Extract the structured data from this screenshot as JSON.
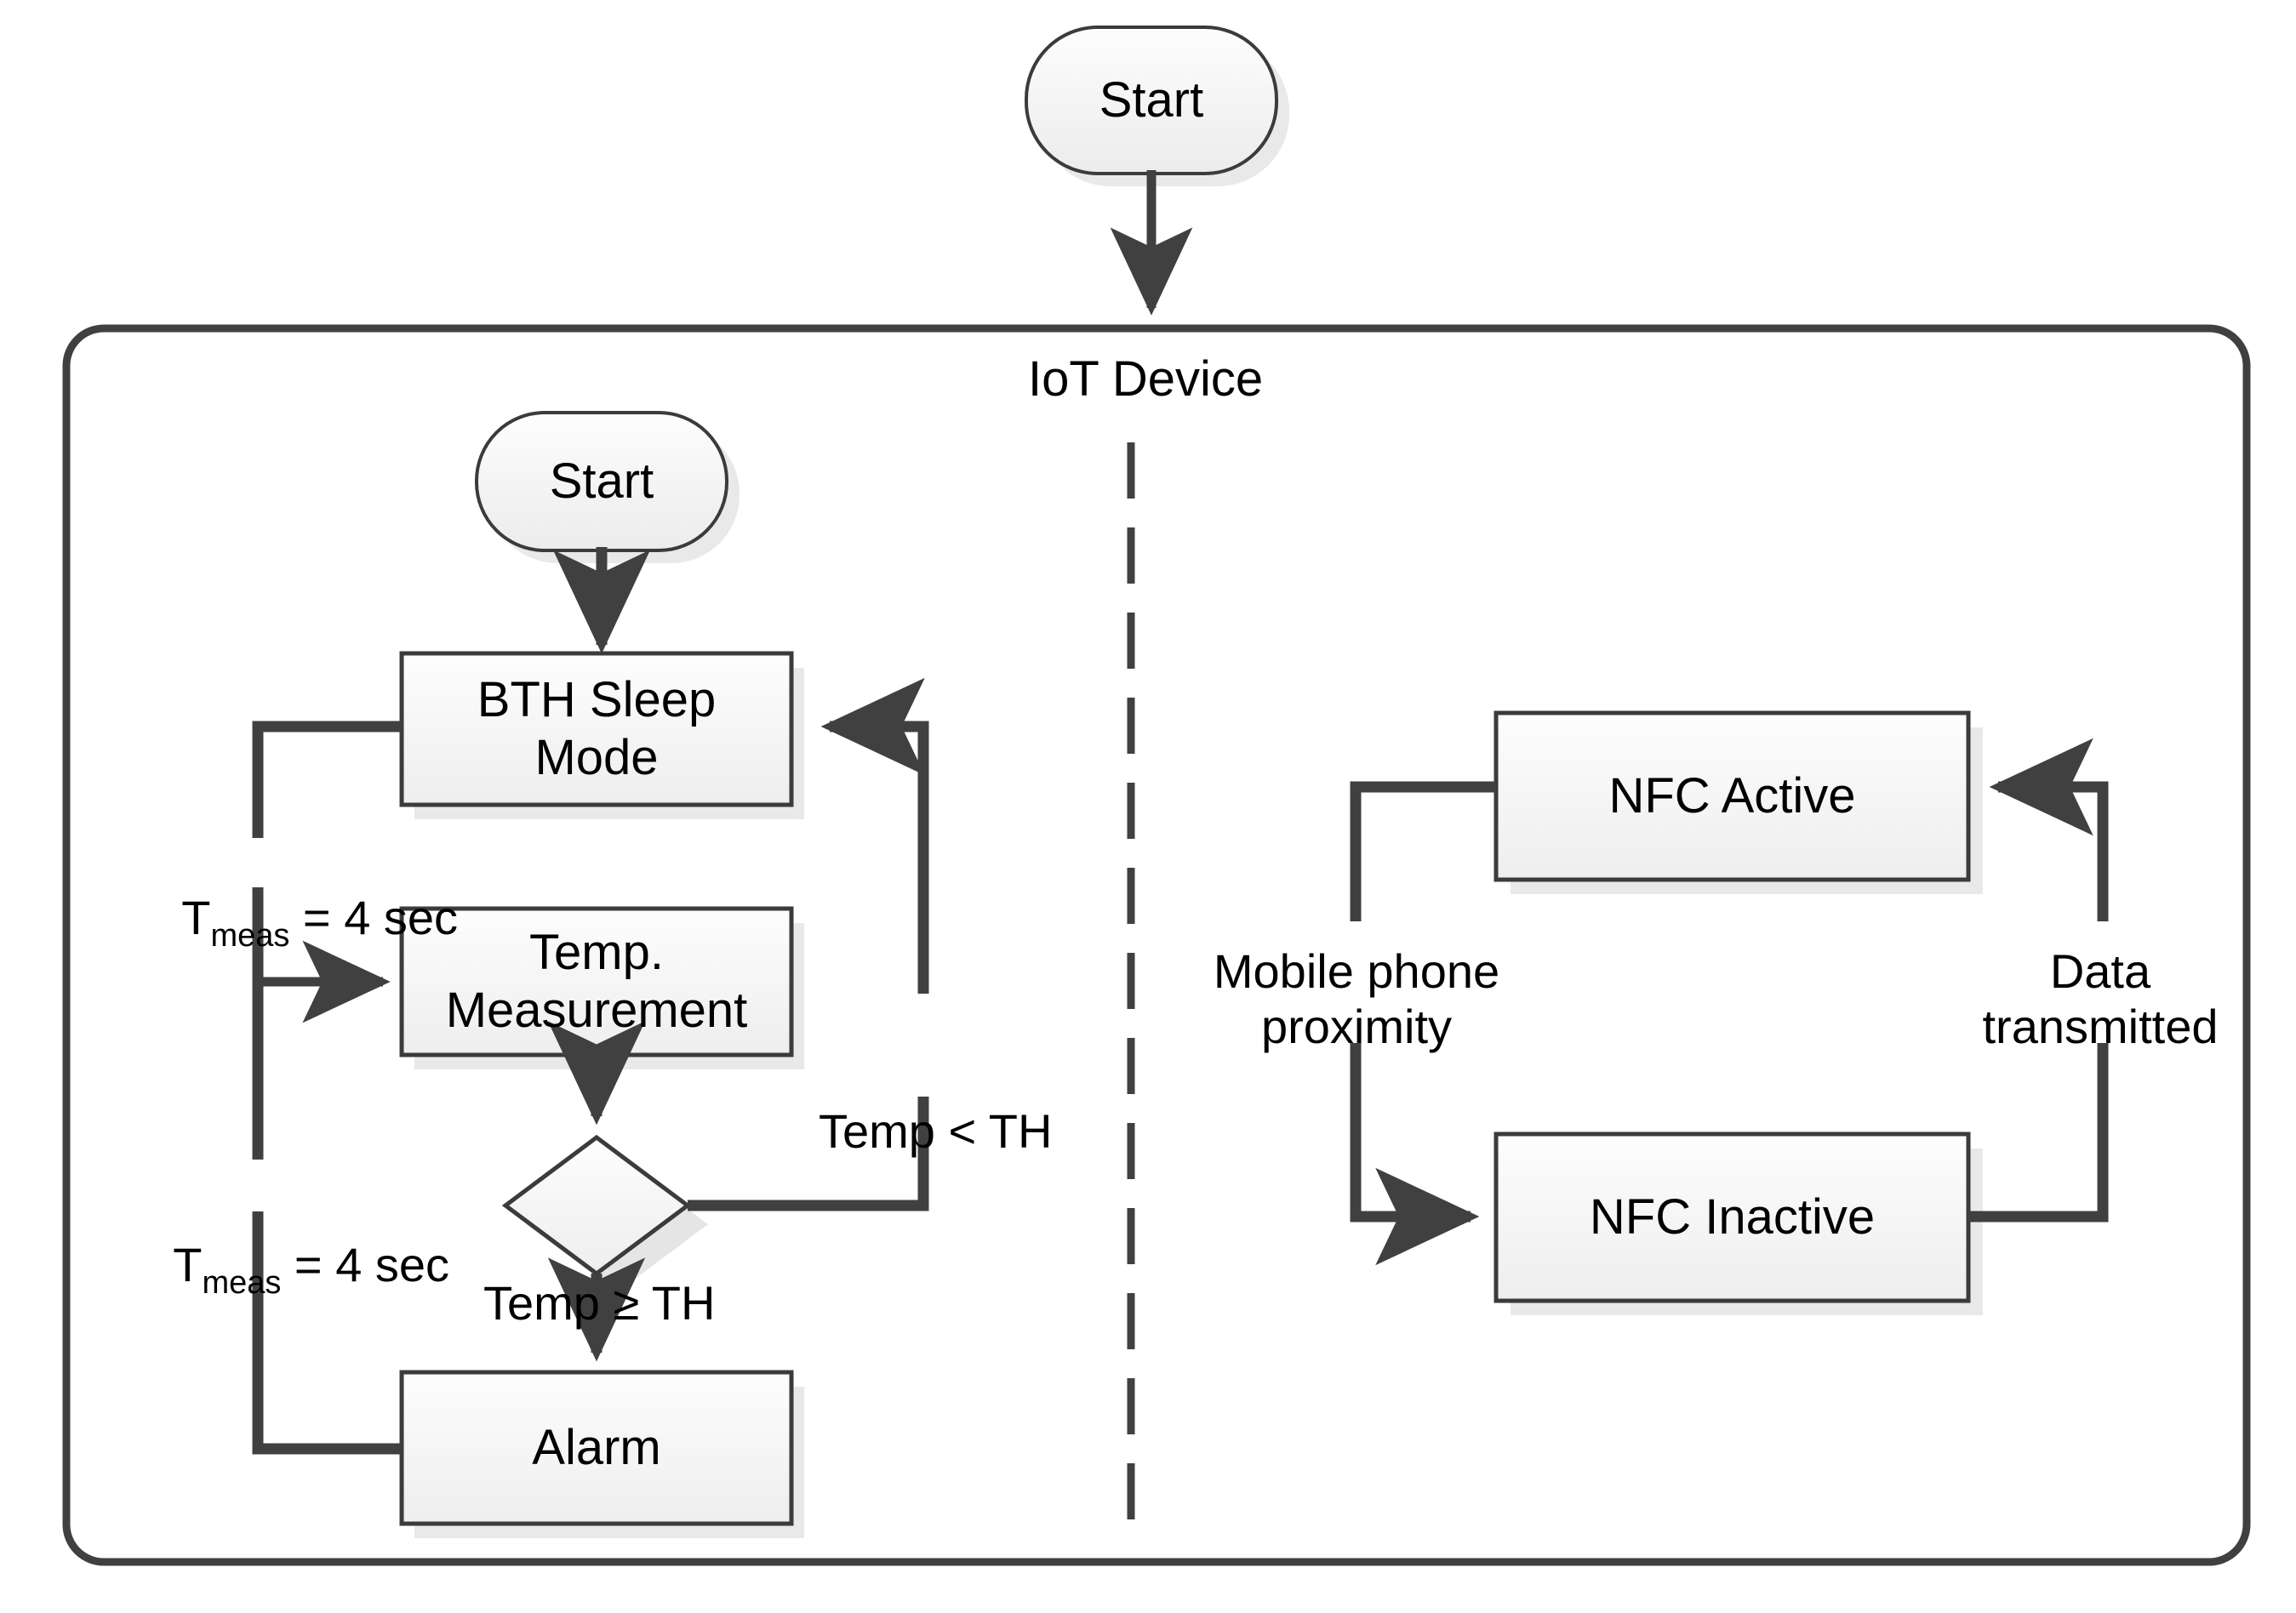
{
  "diagram": {
    "title_label": "IoT Device",
    "colors": {
      "stroke": "#404040",
      "node_fill_top": "#fcfcfc",
      "node_fill_bottom": "#eeeeee",
      "node_border": "#3b3b3b",
      "shadow": "#e6e6e6",
      "text": "#000000",
      "background": "#ffffff"
    },
    "nodes": {
      "start_outer": {
        "label": "Start",
        "shape": "rounded-terminator"
      },
      "start_inner": {
        "label": "Start",
        "shape": "rounded-terminator"
      },
      "bth_sleep": {
        "label_line1": "BTH Sleep",
        "label_line2": "Mode",
        "shape": "process"
      },
      "temp_measurement": {
        "label_line1": "Temp.",
        "label_line2": "Measurement",
        "shape": "process"
      },
      "decision": {
        "label": "",
        "shape": "decision"
      },
      "alarm": {
        "label": "Alarm",
        "shape": "process"
      },
      "nfc_active": {
        "label": "NFC Active",
        "shape": "process"
      },
      "nfc_inactive": {
        "label": "NFC Inactive",
        "shape": "process"
      }
    },
    "edge_labels": {
      "tmeas_upper": {
        "base": "T",
        "sub": "meas",
        "rest": " = 4 sec"
      },
      "tmeas_lower": {
        "base": "T",
        "sub": "meas",
        "rest": " = 4 sec"
      },
      "temp_less": "Temp < TH",
      "temp_geq": "Temp ≥ TH",
      "mobile_proximity_line1": "Mobile phone",
      "mobile_proximity_line2": "proximity",
      "data_transmitted_line1": "Data",
      "data_transmitted_line2": "transmitted"
    },
    "divider": {
      "style": "dashed",
      "orientation": "vertical"
    }
  }
}
